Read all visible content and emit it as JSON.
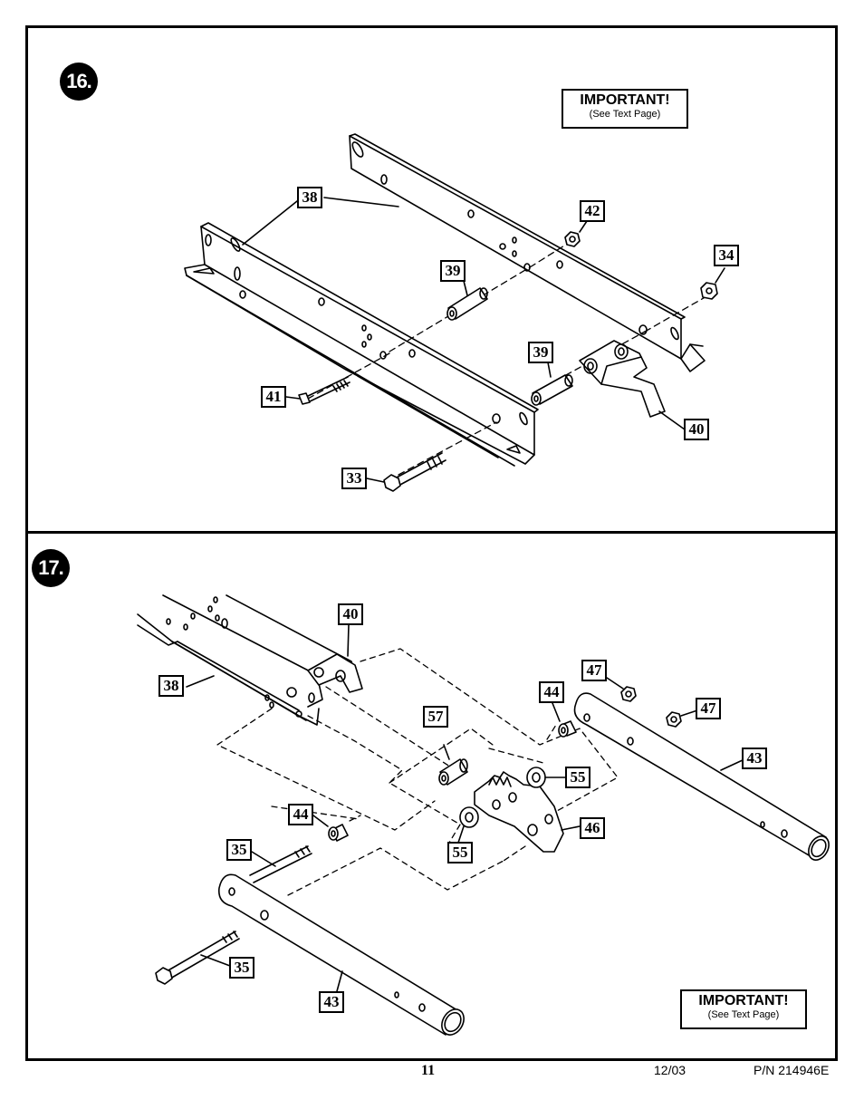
{
  "steps": [
    {
      "number": "16.",
      "important": {
        "title": "IMPORTANT!",
        "subtitle": "(See Text Page)"
      },
      "callouts": [
        "38",
        "42",
        "34",
        "39",
        "39",
        "41",
        "40",
        "33"
      ]
    },
    {
      "number": "17.",
      "important": {
        "title": "IMPORTANT!",
        "subtitle": "(See Text Page)"
      },
      "callouts": [
        "40",
        "38",
        "47",
        "44",
        "47",
        "57",
        "43",
        "55",
        "44",
        "46",
        "35",
        "55",
        "35",
        "43"
      ]
    }
  ],
  "footer": {
    "page": "11",
    "date": "12/03",
    "part_number": "P/N 214946E"
  }
}
